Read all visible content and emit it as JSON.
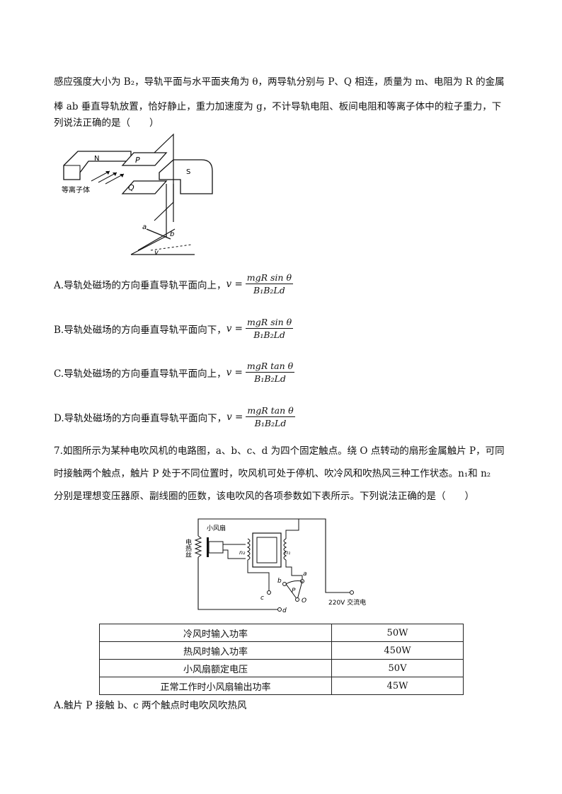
{
  "q6": {
    "stem_line1": "感应强度大小为 B₂，导轨平面与水平面夹角为 θ，两导轨分别与 P、Q 相连，质量为 m、电阻为 R 的金属",
    "stem_line2": "棒 ab 垂直导轨放置，恰好静止，重力加速度为 g，不计导轨电阻、板间电阻和等离子体中的粒子重力，下",
    "stem_line3": "列说法正确的是（　　）",
    "figure_labels": {
      "n": "N",
      "s": "S",
      "p": "P",
      "q": "Q",
      "plasma": "等离子体",
      "a": "a",
      "b": "b",
      "v": "v"
    },
    "options": [
      {
        "text": "A.导轨处磁场的方向垂直导轨平面向上，",
        "lhs": "v =",
        "num": "mgR sin θ",
        "den": "B₁B₂Ld"
      },
      {
        "text": "B.导轨处磁场的方向垂直导轨平面向下，",
        "lhs": "v =",
        "num": "mgR sin θ",
        "den": "B₁B₂Ld"
      },
      {
        "text": "C.导轨处磁场的方向垂直导轨平面向上，",
        "lhs": "v =",
        "num": "mgR tan θ",
        "den": "B₁B₂Ld"
      },
      {
        "text": "D.导轨处磁场的方向垂直导轨平面向下，",
        "lhs": "v =",
        "num": "mgR tan θ",
        "den": "B₁B₂Ld"
      }
    ]
  },
  "q7": {
    "stem_line1": "7.如图所示为某种电吹风机的电路图，a、b、c、d 为四个固定触点。绕 O 点转动的扇形金属触片 P，可同",
    "stem_line2": "时接触两个触点，触片 P 处于不同位置时，吹风机可处于停机、吹冷风和吹热风三种工作状态。n₁和 n₂",
    "stem_line3": "分别是理想变压器原、副线圈的匝数，该电吹风的各项参数如下表所示。下列说法正确的是（　　）",
    "figure_labels": {
      "heater": "电热丝",
      "fan": "小风扇",
      "n1": "n₁",
      "n2": "n₂",
      "a": "a",
      "b": "b",
      "c": "c",
      "d": "d",
      "p": "P",
      "o": "O",
      "supply": "220V 交流电"
    },
    "table": [
      [
        "冷风时输入功率",
        "50W"
      ],
      [
        "热风时输入功率",
        "450W"
      ],
      [
        "小风扇额定电压",
        "50V"
      ],
      [
        "正常工作时小风扇输出功率",
        "45W"
      ]
    ],
    "option_a": "A.触片 P 接触 b、c 两个触点时电吹风吹热风"
  }
}
